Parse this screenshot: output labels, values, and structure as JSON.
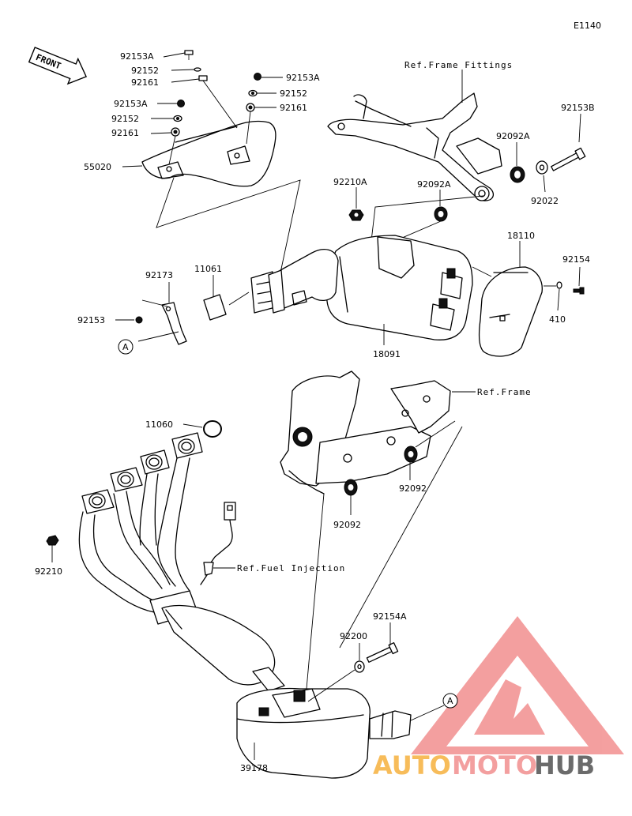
{
  "diagram_code": "E1140",
  "front_label": "FRONT",
  "callouts": {
    "p92153A_1": "92153A",
    "p92152_1": "92152",
    "p92161_1": "92161",
    "p92153A_2": "92153A",
    "p92152_2": "92152",
    "p92161_2": "92161",
    "p92153A_3": "92153A",
    "p92152_3": "92152",
    "p92161_3": "92161",
    "p55020": "55020",
    "ref_frame_fittings": "Ref.Frame Fittings",
    "p92153B": "92153B",
    "p92092A_1": "92092A",
    "p92210A": "92210A",
    "p92092A_2": "92092A",
    "p92022": "92022",
    "p18110": "18110",
    "p92154": "92154",
    "p92173": "92173",
    "p11061": "11061",
    "p92153": "92153",
    "p410": "410",
    "p18091": "18091",
    "marker_a_1": "A",
    "ref_frame": "Ref.Frame",
    "p11060": "11060",
    "p92092_1": "92092",
    "p92092_2": "92092",
    "p92210": "92210",
    "ref_fuel_injection": "Ref.Fuel Injection",
    "p92200": "92200",
    "p92154A": "92154A",
    "marker_a_2": "A",
    "p39178": "39178"
  },
  "watermark": {
    "auto": "AUTO",
    "moto": "MOTO",
    "hub": "HUB",
    "color_primary": "#f08080",
    "color_secondary": "#f5a623",
    "color_dark": "#3a3a3a"
  }
}
